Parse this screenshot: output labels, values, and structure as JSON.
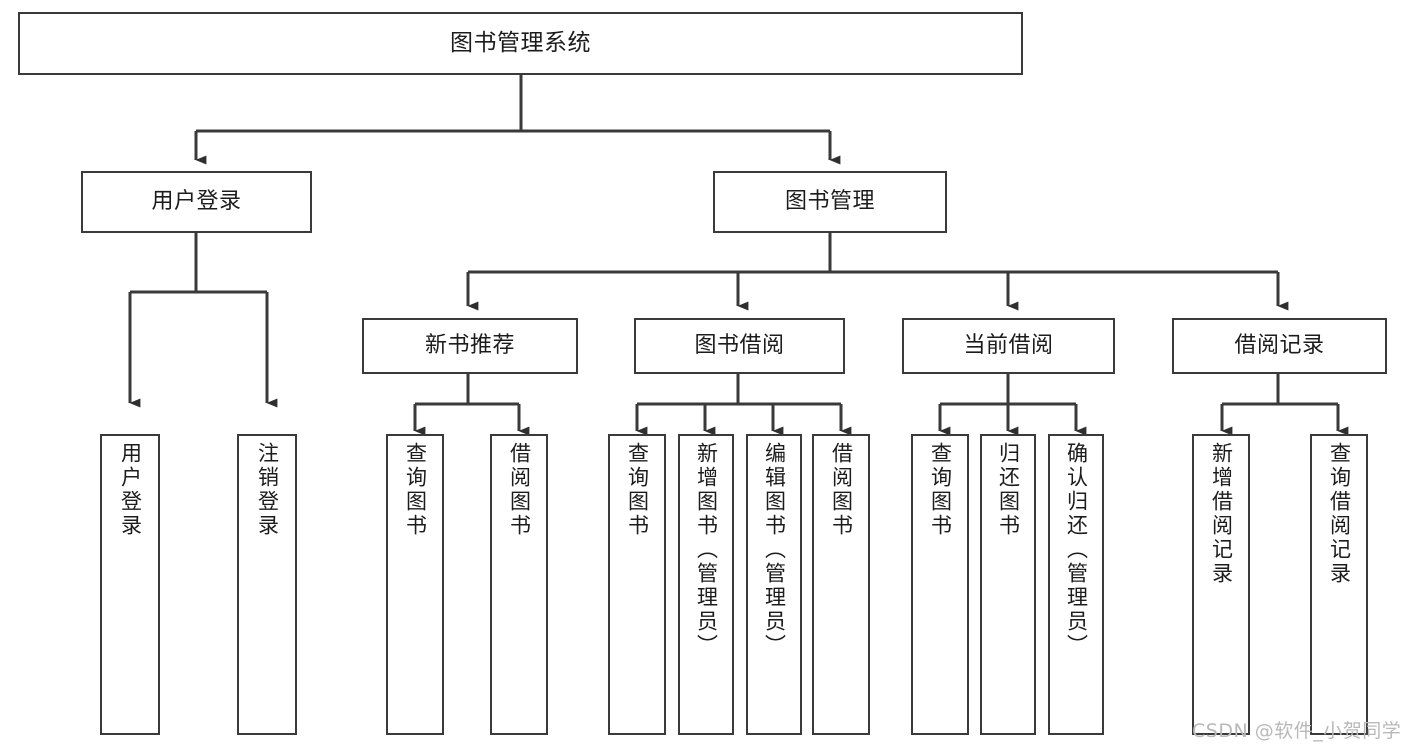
{
  "diagram": {
    "type": "tree",
    "title": "图书管理系统",
    "orientation": "top-down",
    "line_color": "#3a3a3a",
    "box_fill": "#ffffff",
    "text_color": "#1c1c1c",
    "nodes": {
      "root": {
        "label": "图书管理系统"
      },
      "level2": [
        {
          "id": "user-login",
          "label": "用户登录"
        },
        {
          "id": "book-manage",
          "label": "图书管理"
        }
      ],
      "level3": [
        {
          "id": "new-book-recommend",
          "label": "新书推荐"
        },
        {
          "id": "book-borrow",
          "label": "图书借阅"
        },
        {
          "id": "current-borrow",
          "label": "当前借阅"
        },
        {
          "id": "borrow-record",
          "label": "借阅记录"
        }
      ],
      "leaves": {
        "user-login": [
          {
            "id": "leaf-user-login",
            "label": "用户登录"
          },
          {
            "id": "leaf-logout",
            "label": "注销登录"
          }
        ],
        "new-book-recommend": [
          {
            "id": "leaf-query-book-1",
            "label": "查询图书"
          },
          {
            "id": "leaf-borrow-book-1",
            "label": "借阅图书"
          }
        ],
        "book-borrow": [
          {
            "id": "leaf-query-book-2",
            "label": "查询图书"
          },
          {
            "id": "leaf-add-book",
            "label": "新增图书（管理员）"
          },
          {
            "id": "leaf-edit-book",
            "label": "编辑图书（管理员）"
          },
          {
            "id": "leaf-borrow-book-2",
            "label": "借阅图书"
          }
        ],
        "current-borrow": [
          {
            "id": "leaf-query-book-3",
            "label": "查询图书"
          },
          {
            "id": "leaf-return-book",
            "label": "归还图书"
          },
          {
            "id": "leaf-confirm-return",
            "label": "确认归还（管理员）"
          }
        ],
        "borrow-record": [
          {
            "id": "leaf-add-record",
            "label": "新增借阅记录"
          },
          {
            "id": "leaf-query-record",
            "label": "查询借阅记录"
          }
        ]
      }
    }
  },
  "watermark": {
    "text": "CSDN @软件_小贺同学"
  }
}
